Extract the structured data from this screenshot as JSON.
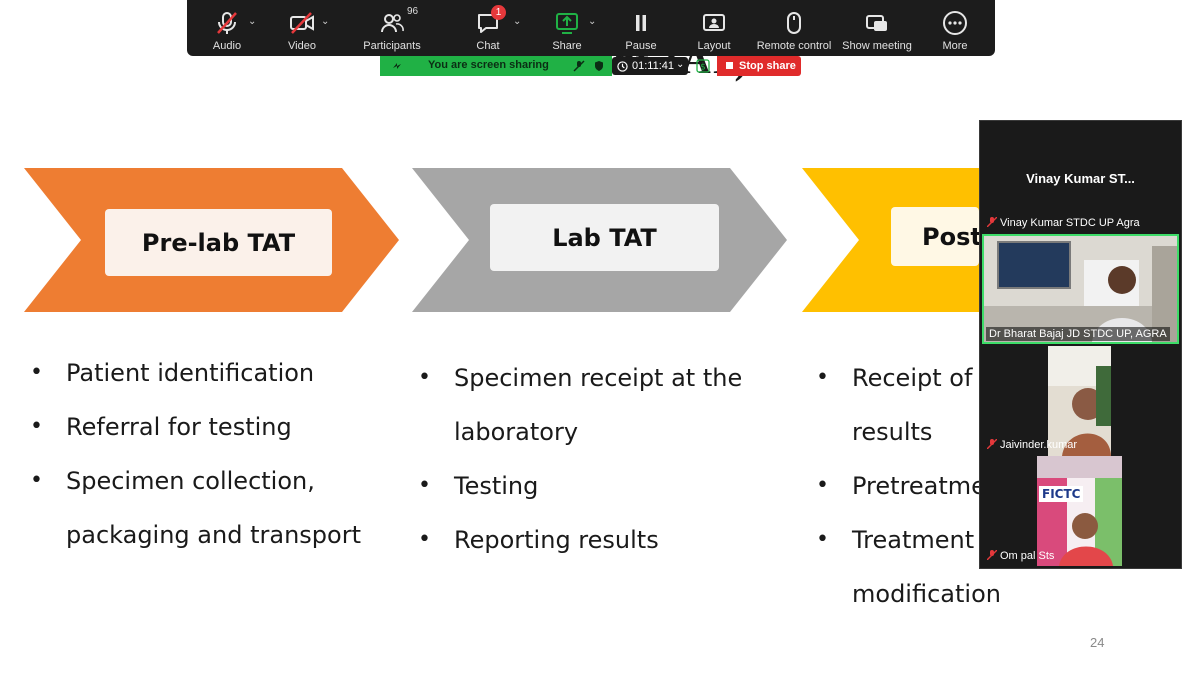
{
  "slide": {
    "title": "Patient                                        ient TAT)",
    "stages": [
      {
        "label": "Pre-lab TAT",
        "color": "#ee7d32",
        "box_color": "#fbf1ea"
      },
      {
        "label": "Lab TAT",
        "color": "#a6a6a6",
        "box_color": "#f2f2f2"
      },
      {
        "label": "Post-",
        "color": "#ffc000",
        "box_color": "#fff8e5"
      }
    ],
    "columns": [
      {
        "bullets": [
          "Patient identification",
          "Referral for testing",
          "Specimen collection,",
          "packaging and transport"
        ]
      },
      {
        "bullets": [
          "Specimen receipt at the",
          "laboratory",
          "Testing",
          "Reporting results"
        ]
      },
      {
        "bullets": [
          "Receipt of",
          "results",
          "Pretreatme",
          "Treatment",
          "modification"
        ]
      }
    ],
    "page_number": "24"
  },
  "toolbar": {
    "items": [
      {
        "label": "Audio",
        "icon": "mic-muted-icon"
      },
      {
        "label": "Video",
        "icon": "video-off-icon"
      },
      {
        "label": "Participants",
        "icon": "participants-icon",
        "count": "96"
      },
      {
        "label": "Chat",
        "icon": "chat-icon",
        "badge": "1"
      },
      {
        "label": "Share",
        "icon": "share-screen-icon"
      },
      {
        "label": "Pause",
        "icon": "pause-icon"
      },
      {
        "label": "Layout",
        "icon": "layout-icon"
      },
      {
        "label": "Remote control",
        "icon": "mouse-icon"
      },
      {
        "label": "Show meeting",
        "icon": "show-meeting-icon"
      },
      {
        "label": "More",
        "icon": "more-icon"
      }
    ],
    "accent": "#20b145"
  },
  "share_bar": {
    "status": "You are screen sharing",
    "timer": "01:11:41",
    "stop_label": "Stop share"
  },
  "video_panel": {
    "header": "Vinay Kumar ST...",
    "participants": [
      {
        "name": "Vinay Kumar STDC UP Agra",
        "muted": true
      },
      {
        "name": "Dr Bharat Bajaj JD STDC UP, AGRA",
        "muted": false,
        "active": true
      },
      {
        "name": "Jaivinder.kumar",
        "muted": true
      },
      {
        "name": "Om pal Sts",
        "muted": true
      }
    ],
    "banner_text": "FICTC"
  }
}
